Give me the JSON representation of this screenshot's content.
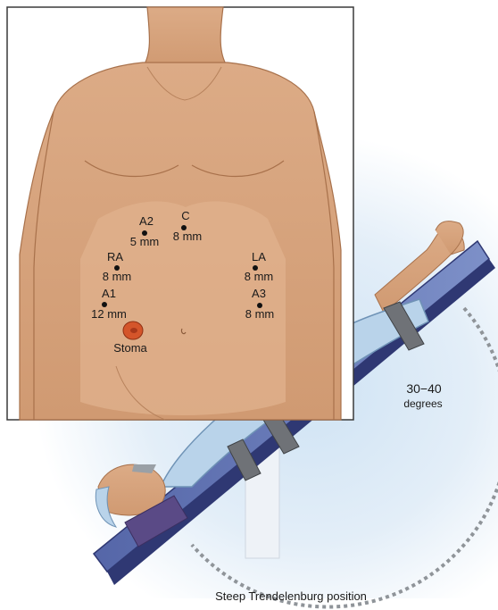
{
  "ports": [
    {
      "name": "A2",
      "size": "5 mm"
    },
    {
      "name": "C",
      "size": "8 mm"
    },
    {
      "name": "RA",
      "size": "8 mm"
    },
    {
      "name": "LA",
      "size": "8 mm"
    },
    {
      "name": "A1",
      "size": "12 mm"
    },
    {
      "name": "A3",
      "size": "8 mm"
    }
  ],
  "stoma_label": "Stoma",
  "angle": {
    "value": "30−40",
    "unit": "degrees"
  },
  "caption": "Steep Trendelenburg position",
  "colors": {
    "skin": "#d9a27c",
    "drape": "#b9d3ea",
    "table": "#3f4a8c",
    "stoma": "#d4552a",
    "background_glow": "#cfe3f4"
  }
}
